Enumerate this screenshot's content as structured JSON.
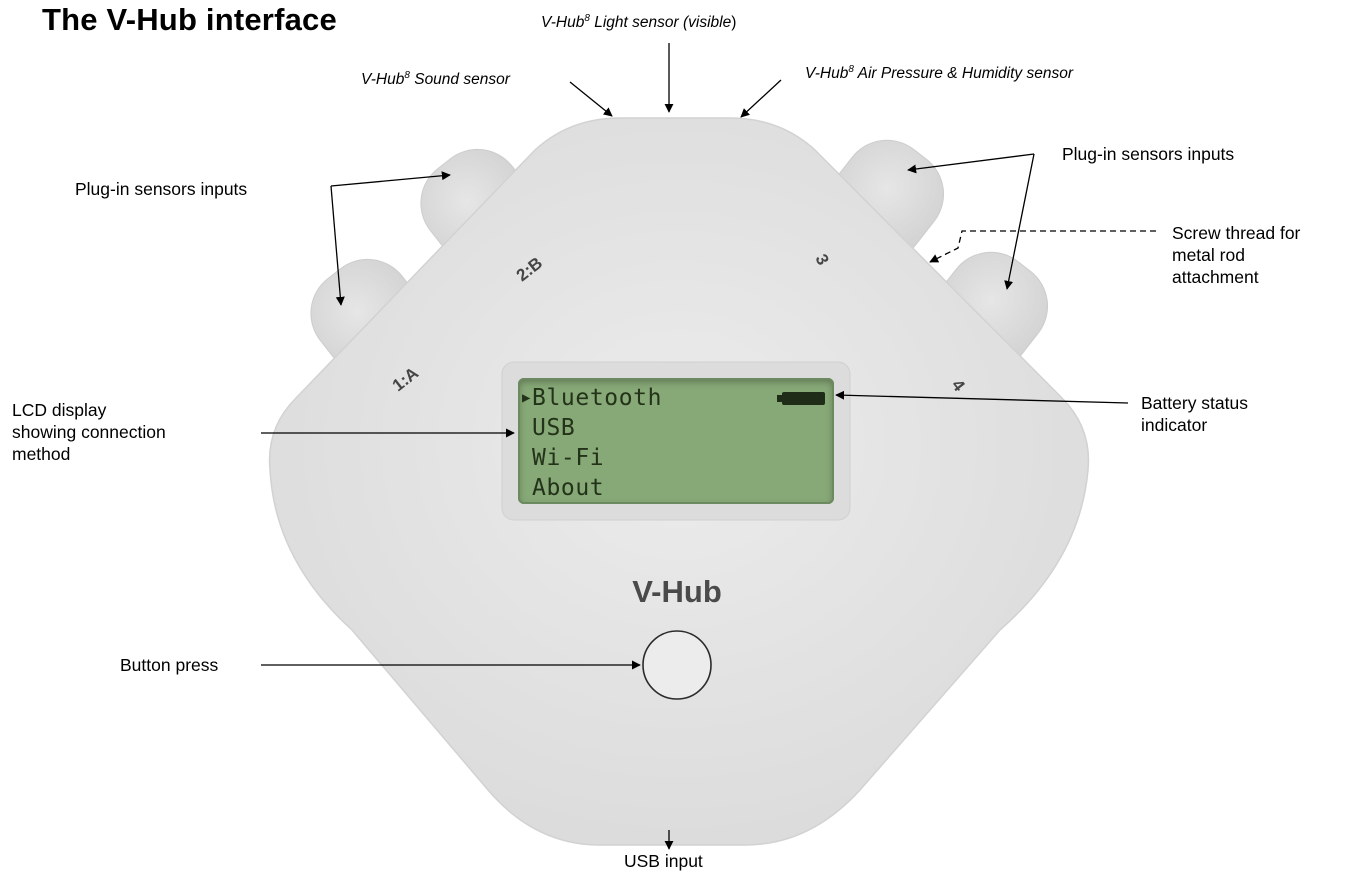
{
  "title": "The V-Hub interface",
  "callouts": {
    "light_sensor": {
      "prefix": "V-Hub",
      "sup": "8",
      "text": " Light sensor (",
      "emph": "visible",
      "suffix": ")"
    },
    "sound_sensor": {
      "prefix": "V-Hub",
      "sup": "8",
      "text": " Sound sensor"
    },
    "pressure_sensor": {
      "prefix": "V-Hub",
      "sup": "8",
      "text": " Air Pressure & Humidity sensor"
    },
    "plugin_left": "Plug-in sensors inputs",
    "plugin_right": "Plug-in sensors inputs",
    "screw_thread": [
      "Screw thread for",
      "metal rod",
      "attachment"
    ],
    "lcd_display": [
      "LCD display",
      "showing connection",
      "method"
    ],
    "battery_status": [
      "Battery status",
      "indicator"
    ],
    "button_press": "Button press",
    "usb_input": "USB input"
  },
  "device": {
    "brand": "V-Hub",
    "ports": {
      "port_1": "1:A",
      "port_2": "2:B",
      "port_3": "3",
      "port_4": "4"
    },
    "lcd": {
      "menu": [
        "Bluetooth",
        "USB",
        "Wi-Fi",
        "About"
      ],
      "selected_index": 0,
      "cursor": "▶"
    }
  },
  "colors": {
    "device_body": "#e3e3e3",
    "lcd_screen": "#87a877",
    "lcd_text": "#233319"
  }
}
